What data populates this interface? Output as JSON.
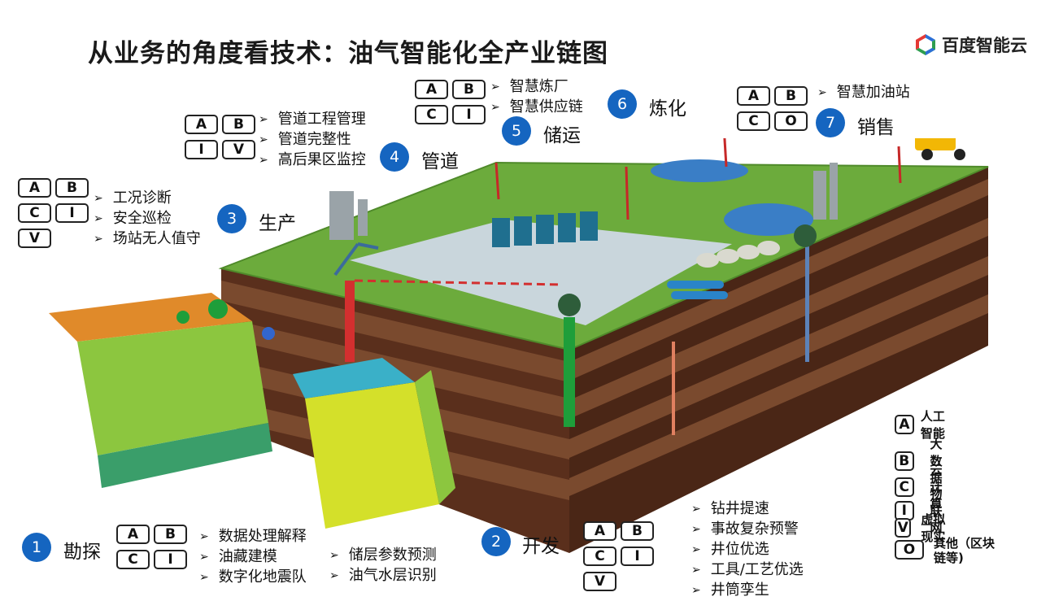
{
  "title": "从业务的角度看技术：油气智能化全产业链图",
  "logo": {
    "name": "百度智能云",
    "icon": "baidu-cloud-cube-icon",
    "colors": [
      "#2b6fd6",
      "#e53935",
      "#2e9e4f"
    ]
  },
  "stages": [
    {
      "num": "1",
      "name": "勘探",
      "badges": [
        "A",
        "B",
        "C",
        "I"
      ],
      "items": [
        "数据处理解释",
        "油藏建模",
        "数字化地震队"
      ],
      "items2": [
        "储层参数预测",
        "油气水层识别"
      ]
    },
    {
      "num": "2",
      "name": "开发",
      "badges": [
        "A",
        "B",
        "C",
        "I",
        "V"
      ],
      "items": [
        "钻井提速",
        "事故复杂预警",
        "井位优选",
        "工具/工艺优选",
        "井筒孪生"
      ]
    },
    {
      "num": "3",
      "name": "生产",
      "badges": [
        "A",
        "B",
        "C",
        "I",
        "V"
      ],
      "items": [
        "工况诊断",
        "安全巡检",
        "场站无人值守"
      ]
    },
    {
      "num": "4",
      "name": "管道",
      "badges": [
        "A",
        "B",
        "I",
        "V"
      ],
      "items": [
        "管道工程管理",
        "管道完整性",
        "高后果区监控"
      ]
    },
    {
      "num": "5",
      "name": "储运",
      "badges": [
        "A",
        "B",
        "C",
        "I"
      ],
      "items": [
        "智慧炼厂",
        "智慧供应链"
      ]
    },
    {
      "num": "6",
      "name": "炼化"
    },
    {
      "num": "7",
      "name": "销售",
      "badges": [
        "A",
        "B",
        "C",
        "O"
      ],
      "items": [
        "智慧加油站"
      ]
    }
  ],
  "legend": [
    {
      "key": "A",
      "label": "人工智能"
    },
    {
      "key": "B",
      "label": "大数据"
    },
    {
      "key": "C",
      "label": "云计算"
    },
    {
      "key": "I",
      "label": "物联网"
    },
    {
      "key": "V",
      "label": "虚拟现实"
    },
    {
      "key": "O",
      "label": "其他（区块链等)"
    }
  ],
  "colors": {
    "accent": "#1565c0",
    "grass": "#6cab3c",
    "earth": "#6b3a24",
    "pipeline_red": "#d32f2f",
    "well_green": "#1e9e3a"
  }
}
